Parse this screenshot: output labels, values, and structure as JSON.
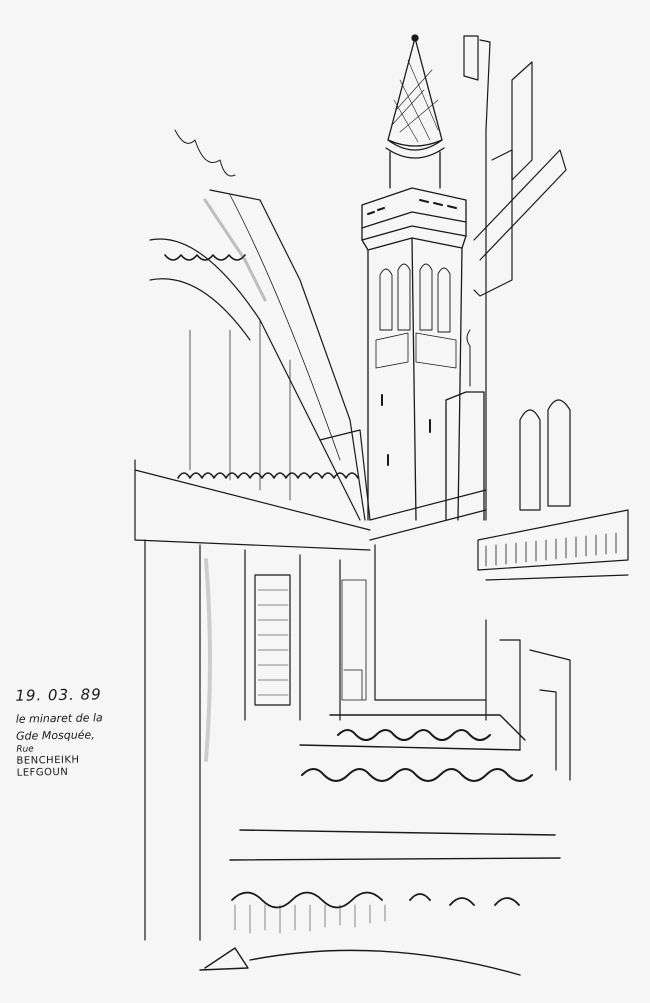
{
  "image": {
    "description": "Ink pen sketch of the minaret of the Great Mosque seen along a narrow street with tiled roofs",
    "style": "black ink line drawing on off-white paper",
    "colors": {
      "paper": "#f6f6f6",
      "ink": "#1a1a1a"
    }
  },
  "annotation": {
    "date": "19. 03. 89",
    "line1": "le minaret de la",
    "line2": "Gde Mosquée,",
    "line3": "Rue",
    "line4": "BENCHEIKH",
    "line5": "LEFGOUN"
  }
}
